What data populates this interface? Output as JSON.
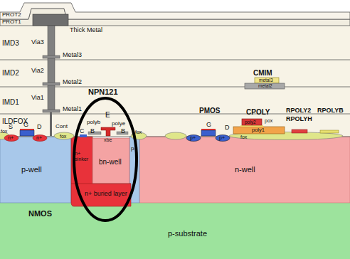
{
  "diagram": {
    "nodes": [
      {
        "text": [
          "PROT2"
        ]
      },
      {
        "text": [
          "PROT1"
        ]
      },
      {
        "text": [
          "IMD3"
        ]
      },
      {
        "text": [
          "IMD2"
        ]
      },
      {
        "text": [
          "IMD1"
        ]
      },
      {
        "text": [
          "ILDFOX"
        ]
      },
      {
        "text": [
          "p-well"
        ]
      },
      {
        "text": [
          "n+ sinker"
        ]
      },
      {
        "text": [
          "bn-well"
        ]
      },
      {
        "text": [
          "n+ buried layer"
        ]
      },
      {
        "text": [
          "p-"
        ]
      },
      {
        "text": [
          "n-well"
        ]
      },
      {
        "text": [
          "p-substrate"
        ]
      },
      {
        "text": [
          "metal3"
        ]
      },
      {
        "text": [
          "metal2"
        ]
      },
      {
        "text": [
          "poly1"
        ]
      },
      {
        "text": [
          "poly2"
        ]
      }
    ],
    "labels": [
      "Thick Metal",
      "Via3",
      "Metal3",
      "Via2",
      "Metal2",
      "CMIM",
      "Via1",
      "Metal1",
      "NPN121",
      "Cont",
      "S",
      "G",
      "D",
      "n+",
      "n+",
      "fox",
      "fox",
      "polyb",
      "C",
      "B",
      "E",
      "polye",
      "xbe",
      "B",
      "fox",
      "PMOS",
      "G",
      "D",
      "p+",
      "p+",
      "CPOLY",
      "pox",
      "fox",
      "RPOLY2",
      "RPOLYH",
      "RPOLYB",
      "NMOS"
    ]
  }
}
